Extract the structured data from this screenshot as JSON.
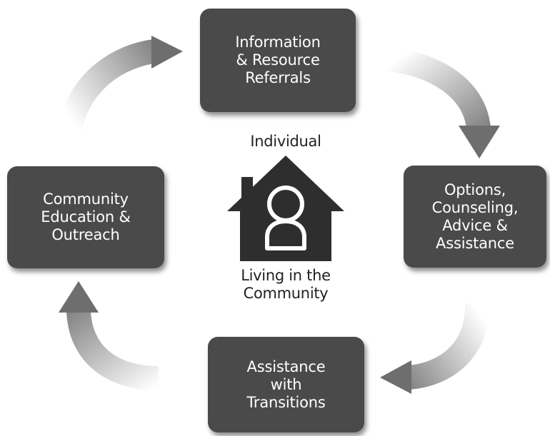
{
  "diagram": {
    "boxes": {
      "information": {
        "lines": [
          "Information",
          "& Resource",
          "Referrals"
        ]
      },
      "options": {
        "lines": [
          "Options,",
          "Counseling,",
          "Advice &",
          "Assistance"
        ]
      },
      "transitions": {
        "lines": [
          "Assistance",
          "with",
          "Transitions"
        ]
      },
      "community": {
        "lines": [
          "Community",
          "Education &",
          "Outreach"
        ]
      }
    },
    "center": {
      "top_label": "Individual",
      "bottom_label_lines": [
        "Living in the",
        "Community"
      ],
      "icon": "house-person-icon"
    },
    "arrows": {
      "direction": "clockwise",
      "icon": "curved-arrow-icon"
    },
    "colors": {
      "box_fill": "#4a4a4a",
      "box_text": "#ffffff",
      "house_fill": "#2e2e2e",
      "arrow_dark": "#6e6e6e",
      "arrow_light": "#f4f4f4"
    }
  }
}
